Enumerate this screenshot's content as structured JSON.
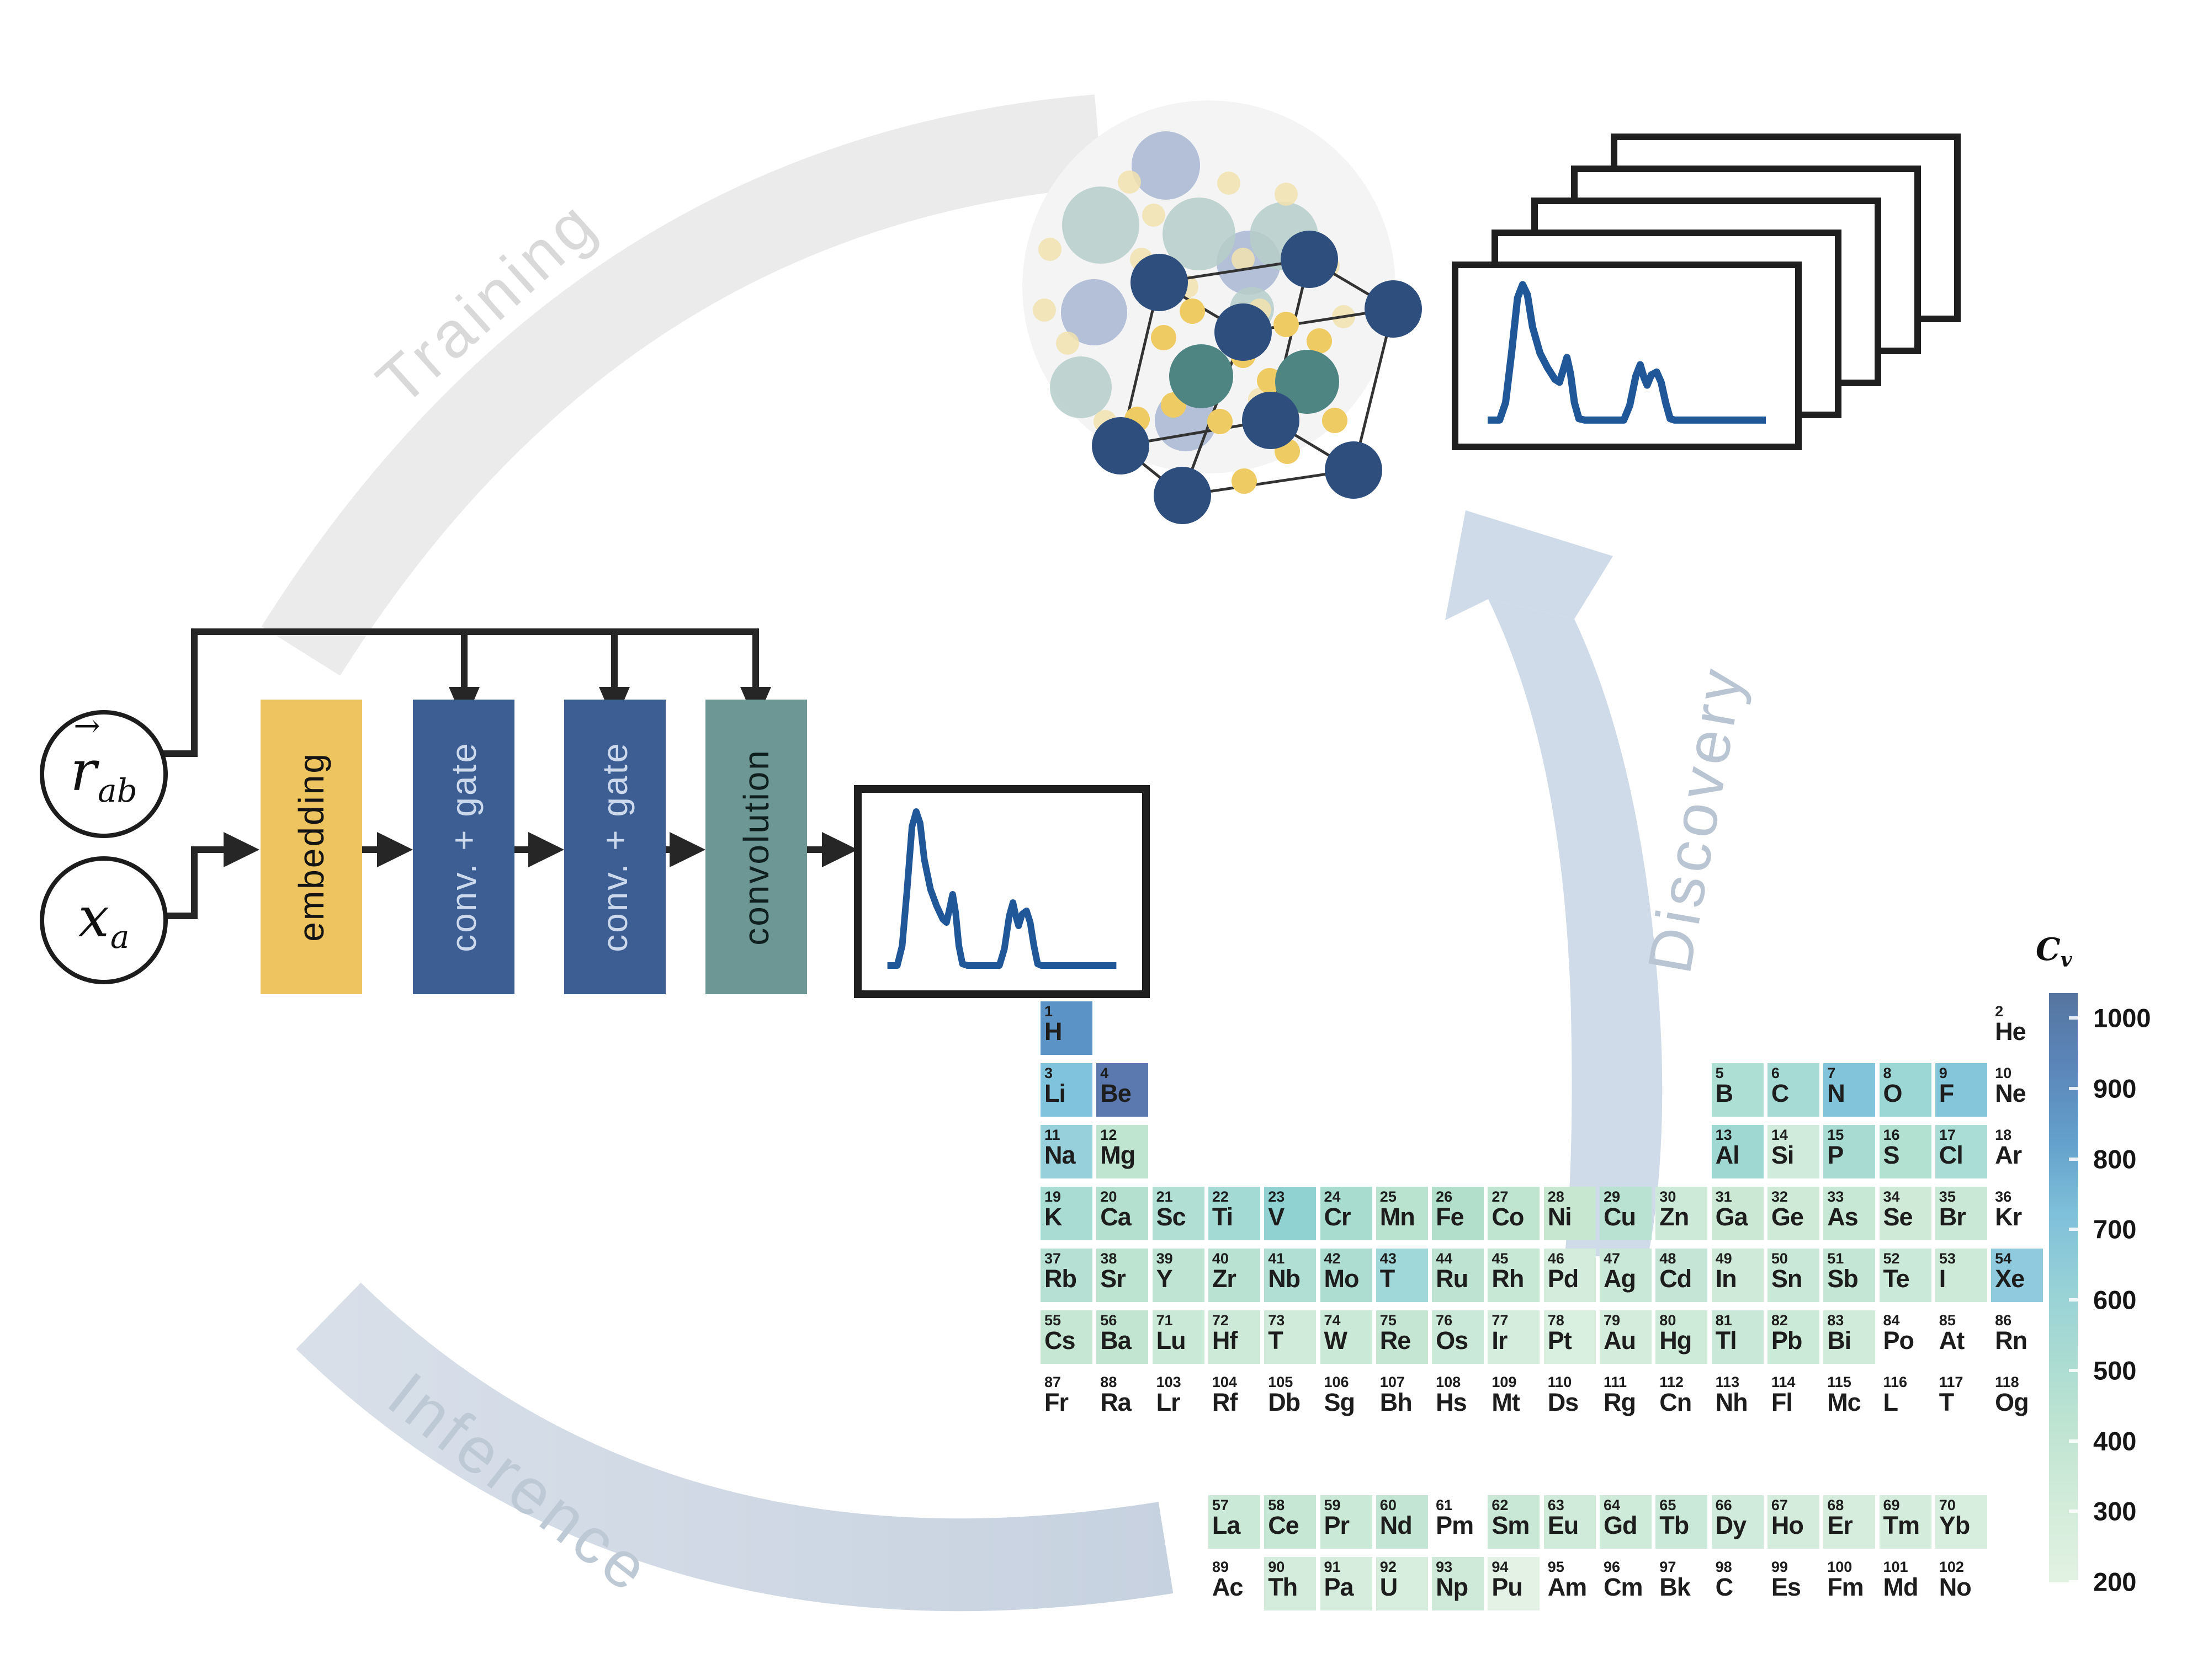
{
  "labels": {
    "training": "Training",
    "discovery": "Discovery",
    "inference": "Inference"
  },
  "nn": {
    "input_top": {
      "base": "r",
      "vector_mark": "→",
      "subscript": "ab"
    },
    "input_bottom": {
      "base": "x",
      "subscript": "a"
    },
    "blocks": [
      {
        "label": "embedding",
        "color": "#edc45f",
        "text_color": "#141414"
      },
      {
        "label": "conv. + gate",
        "color": "#3c5e93",
        "text_color": "#ccd8eb"
      },
      {
        "label": "conv. + gate",
        "color": "#3c5e93",
        "text_color": "#ccd8eb"
      },
      {
        "label": "convolution",
        "color": "#6d9795",
        "text_color": "#0e1f1d"
      }
    ]
  },
  "spectrum": {
    "color": "#1f5799",
    "points": [
      [
        0.035,
        0.04
      ],
      [
        0.075,
        0.04
      ],
      [
        0.095,
        0.16
      ],
      [
        0.115,
        0.5
      ],
      [
        0.135,
        0.88
      ],
      [
        0.152,
        0.97
      ],
      [
        0.168,
        0.9
      ],
      [
        0.185,
        0.68
      ],
      [
        0.21,
        0.5
      ],
      [
        0.235,
        0.4
      ],
      [
        0.26,
        0.32
      ],
      [
        0.275,
        0.3
      ],
      [
        0.287,
        0.38
      ],
      [
        0.3,
        0.47
      ],
      [
        0.312,
        0.36
      ],
      [
        0.325,
        0.16
      ],
      [
        0.34,
        0.05
      ],
      [
        0.36,
        0.04
      ],
      [
        0.49,
        0.04
      ],
      [
        0.51,
        0.14
      ],
      [
        0.53,
        0.34
      ],
      [
        0.545,
        0.42
      ],
      [
        0.558,
        0.33
      ],
      [
        0.568,
        0.28
      ],
      [
        0.582,
        0.35
      ],
      [
        0.6,
        0.37
      ],
      [
        0.615,
        0.3
      ],
      [
        0.63,
        0.16
      ],
      [
        0.645,
        0.05
      ],
      [
        0.66,
        0.04
      ],
      [
        0.965,
        0.04
      ]
    ]
  },
  "arcs": {
    "training_color": "#ebebeb",
    "inference_color": "#ccd6e2",
    "discovery_color": "#cfdbe9"
  },
  "colorbar": {
    "title_base": "C",
    "title_sub": "v",
    "ticks": [
      1000,
      900,
      800,
      700,
      600,
      500,
      400,
      300,
      200
    ],
    "gradient": [
      "#55759f",
      "#5b86ba",
      "#63a0cb",
      "#7fc0da",
      "#97d1d7",
      "#abdcd2",
      "#c1e5d2",
      "#d3ecda",
      "#e3f2e3"
    ]
  },
  "periodic_table": {
    "cell_format": "[atomic_number, displayed_symbol, row, column, fill_color_or_null]",
    "cells": [
      [
        1,
        "H",
        1,
        1,
        "#5b93c6"
      ],
      [
        2,
        "He",
        1,
        18,
        null
      ],
      [
        3,
        "Li",
        2,
        1,
        "#7fc3dd"
      ],
      [
        4,
        "Be",
        2,
        2,
        "#5b79ae"
      ],
      [
        5,
        "B",
        2,
        13,
        "#addfd5"
      ],
      [
        6,
        "C",
        2,
        14,
        "#a6dbd5"
      ],
      [
        7,
        "N",
        2,
        15,
        "#82c4da"
      ],
      [
        8,
        "O",
        2,
        16,
        "#9cd6d5"
      ],
      [
        9,
        "F",
        2,
        17,
        "#85c6db"
      ],
      [
        10,
        "Ne",
        2,
        18,
        null
      ],
      [
        11,
        "Na",
        3,
        1,
        "#97d0da"
      ],
      [
        12,
        "Mg",
        3,
        2,
        "#bfe4d0"
      ],
      [
        13,
        "Al",
        3,
        13,
        "#9fd7d3"
      ],
      [
        14,
        "Si",
        3,
        14,
        "#d0ebdb"
      ],
      [
        15,
        "P",
        3,
        15,
        "#a8dcd3"
      ],
      [
        16,
        "S",
        3,
        16,
        "#b2e0d1"
      ],
      [
        17,
        "Cl",
        3,
        17,
        "#aaddd5"
      ],
      [
        18,
        "Ar",
        3,
        18,
        null
      ],
      [
        19,
        "K",
        4,
        1,
        "#a9dcd2"
      ],
      [
        20,
        "Ca",
        4,
        2,
        "#b4e0cf"
      ],
      [
        21,
        "Sc",
        4,
        3,
        "#b2dfd3"
      ],
      [
        22,
        "Ti",
        4,
        4,
        "#a4dad4"
      ],
      [
        23,
        "V",
        4,
        5,
        "#90d1d1"
      ],
      [
        24,
        "Cr",
        4,
        6,
        "#a7dccf"
      ],
      [
        25,
        "Mn",
        4,
        7,
        "#b9e2cf"
      ],
      [
        26,
        "Fe",
        4,
        8,
        "#b2dfcc"
      ],
      [
        27,
        "Co",
        4,
        9,
        "#bfe4cf"
      ],
      [
        28,
        "Ni",
        4,
        10,
        "#c7e7d1"
      ],
      [
        29,
        "Cu",
        4,
        11,
        "#b9e2d2"
      ],
      [
        30,
        "Zn",
        4,
        12,
        "#cde9d8"
      ],
      [
        31,
        "Ga",
        4,
        13,
        "#cbe8d5"
      ],
      [
        32,
        "Ge",
        4,
        14,
        "#d0ead8"
      ],
      [
        33,
        "As",
        4,
        15,
        "#c7e8d4"
      ],
      [
        34,
        "Se",
        4,
        16,
        "#d0ead8"
      ],
      [
        35,
        "Br",
        4,
        17,
        "#c9e8d5"
      ],
      [
        36,
        "Kr",
        4,
        18,
        null
      ],
      [
        37,
        "Rb",
        5,
        1,
        "#b5e0d3"
      ],
      [
        38,
        "Sr",
        5,
        2,
        "#bde3d1"
      ],
      [
        39,
        "Y",
        5,
        3,
        "#c0e4d4"
      ],
      [
        40,
        "Zr",
        5,
        4,
        "#bae2d3"
      ],
      [
        41,
        "Nb",
        5,
        5,
        "#b2dfd4"
      ],
      [
        42,
        "Mo",
        5,
        6,
        "#addcd1"
      ],
      [
        43,
        "T",
        5,
        7,
        "#a0d8da"
      ],
      [
        44,
        "Ru",
        5,
        8,
        "#bee3d3"
      ],
      [
        45,
        "Rh",
        5,
        9,
        "#c8e8d6"
      ],
      [
        46,
        "Pd",
        5,
        10,
        "#d4ecdc"
      ],
      [
        47,
        "Ag",
        5,
        11,
        "#c9e8d7"
      ],
      [
        48,
        "Cd",
        5,
        12,
        "#c5e6d6"
      ],
      [
        49,
        "In",
        5,
        13,
        "#cfead9"
      ],
      [
        50,
        "Sn",
        5,
        14,
        "#c9e8d8"
      ],
      [
        51,
        "Sb",
        5,
        15,
        "#c4e6d5"
      ],
      [
        52,
        "Te",
        5,
        16,
        "#cae9d9"
      ],
      [
        53,
        "I",
        5,
        17,
        "#cdead9"
      ],
      [
        54,
        "Xe",
        5,
        18,
        "#90cade"
      ],
      [
        55,
        "Cs",
        6,
        1,
        "#c6e7d4"
      ],
      [
        56,
        "Ba",
        6,
        2,
        "#c1e5d1"
      ],
      [
        71,
        "Lu",
        6,
        3,
        "#cae9d7"
      ],
      [
        72,
        "Hf",
        6,
        4,
        "#cdead9"
      ],
      [
        73,
        "T",
        6,
        5,
        "#d1ebdb"
      ],
      [
        74,
        "W",
        6,
        6,
        "#cbe9d7"
      ],
      [
        75,
        "Re",
        6,
        7,
        "#c5e6d3"
      ],
      [
        76,
        "Os",
        6,
        8,
        "#cbe9d8"
      ],
      [
        77,
        "Ir",
        6,
        9,
        "#d5eddd"
      ],
      [
        78,
        "Pt",
        6,
        10,
        "#d9efe0"
      ],
      [
        79,
        "Au",
        6,
        11,
        "#d4ecdc"
      ],
      [
        80,
        "Hg",
        6,
        12,
        "#ceead9"
      ],
      [
        81,
        "Tl",
        6,
        13,
        "#c9e8d7"
      ],
      [
        82,
        "Pb",
        6,
        14,
        "#ccead8"
      ],
      [
        83,
        "Bi",
        6,
        15,
        "#d0ebda"
      ],
      [
        84,
        "Po",
        6,
        16,
        null
      ],
      [
        85,
        "At",
        6,
        17,
        null
      ],
      [
        86,
        "Rn",
        6,
        18,
        null
      ],
      [
        87,
        "Fr",
        7,
        1,
        null
      ],
      [
        88,
        "Ra",
        7,
        2,
        null
      ],
      [
        103,
        "Lr",
        7,
        3,
        null
      ],
      [
        104,
        "Rf",
        7,
        4,
        null
      ],
      [
        105,
        "Db",
        7,
        5,
        null
      ],
      [
        106,
        "Sg",
        7,
        6,
        null
      ],
      [
        107,
        "Bh",
        7,
        7,
        null
      ],
      [
        108,
        "Hs",
        7,
        8,
        null
      ],
      [
        109,
        "Mt",
        7,
        9,
        null
      ],
      [
        110,
        "Ds",
        7,
        10,
        null
      ],
      [
        111,
        "Rg",
        7,
        11,
        null
      ],
      [
        112,
        "Cn",
        7,
        12,
        null
      ],
      [
        113,
        "Nh",
        7,
        13,
        null
      ],
      [
        114,
        "Fl",
        7,
        14,
        null
      ],
      [
        115,
        "Mc",
        7,
        15,
        null
      ],
      [
        116,
        "L",
        7,
        16,
        null
      ],
      [
        117,
        "T",
        7,
        17,
        null
      ],
      [
        118,
        "Og",
        7,
        18,
        null
      ],
      [
        57,
        "La",
        8,
        4,
        "#cae9d6"
      ],
      [
        58,
        "Ce",
        8,
        5,
        "#c6e7d3"
      ],
      [
        59,
        "Pr",
        8,
        6,
        "#cae9d7"
      ],
      [
        60,
        "Nd",
        8,
        7,
        "#c3e5d3"
      ],
      [
        61,
        "Pm",
        8,
        8,
        null
      ],
      [
        62,
        "Sm",
        8,
        9,
        "#c9e8d6"
      ],
      [
        63,
        "Eu",
        8,
        10,
        "#d1ebda"
      ],
      [
        64,
        "Gd",
        8,
        11,
        "#ceead8"
      ],
      [
        65,
        "Tb",
        8,
        12,
        "#cae9d8"
      ],
      [
        66,
        "Dy",
        8,
        13,
        "#d0ebdb"
      ],
      [
        67,
        "Ho",
        8,
        14,
        "#d3ecdc"
      ],
      [
        68,
        "Er",
        8,
        15,
        "#d6edde"
      ],
      [
        69,
        "Tm",
        8,
        16,
        "#d4ecdc"
      ],
      [
        70,
        "Yb",
        8,
        17,
        "#d7eedf"
      ],
      [
        89,
        "Ac",
        9,
        4,
        null
      ],
      [
        90,
        "Th",
        9,
        5,
        "#d4ecdb"
      ],
      [
        91,
        "Pa",
        9,
        6,
        "#d6eddd"
      ],
      [
        92,
        "U",
        9,
        7,
        "#d7eede"
      ],
      [
        93,
        "Np",
        9,
        8,
        "#d0ead9"
      ],
      [
        94,
        "Pu",
        9,
        9,
        "#e4f2e6"
      ],
      [
        95,
        "Am",
        9,
        10,
        null
      ],
      [
        96,
        "Cm",
        9,
        11,
        null
      ],
      [
        97,
        "Bk",
        9,
        12,
        null
      ],
      [
        98,
        "C",
        9,
        13,
        null
      ],
      [
        99,
        "Es",
        9,
        14,
        null
      ],
      [
        100,
        "Fm",
        9,
        15,
        null
      ],
      [
        101,
        "Md",
        9,
        16,
        null
      ],
      [
        102,
        "No",
        9,
        17,
        null
      ]
    ]
  },
  "crystal": {
    "bg_color": "#f4f4f4",
    "corner_color": "#2e4e7e",
    "teal_color": "#4e8583",
    "yellow_color": "#efcb63",
    "faded_slate": "#a8b6d2",
    "faded_teal": "#b5cec9",
    "faded_yellow": "#f1e2ae",
    "faded_slate_spheres": [
      [
        2112,
        300,
        62
      ],
      [
        1982,
        566,
        60
      ],
      [
        2148,
        762,
        56
      ],
      [
        2262,
        476,
        58
      ]
    ],
    "faded_teal_spheres": [
      [
        1994,
        408,
        70
      ],
      [
        2172,
        424,
        66
      ],
      [
        2326,
        428,
        62
      ],
      [
        1958,
        702,
        56
      ],
      [
        2268,
        560,
        40
      ]
    ],
    "faded_yellow_spheres": [
      [
        2046,
        330
      ],
      [
        2226,
        332
      ],
      [
        2330,
        352
      ],
      [
        1902,
        452
      ],
      [
        2068,
        470
      ],
      [
        2252,
        470
      ],
      [
        2406,
        482
      ],
      [
        1892,
        562
      ],
      [
        2282,
        562
      ],
      [
        1934,
        622
      ],
      [
        2434,
        574
      ],
      [
        2002,
        764
      ],
      [
        2282,
        724
      ],
      [
        2384,
        684
      ],
      [
        2150,
        520
      ],
      [
        2090,
        390
      ]
    ],
    "inner_teal_spheres": [
      [
        2176,
        682
      ],
      [
        2368,
        692
      ]
    ],
    "inner_yellow_spheres": [
      [
        2108,
        612
      ],
      [
        2252,
        644
      ],
      [
        2330,
        588
      ],
      [
        2210,
        764
      ],
      [
        2332,
        818
      ],
      [
        2254,
        872
      ],
      [
        2126,
        734
      ],
      [
        2418,
        762
      ],
      [
        2300,
        690
      ],
      [
        2060,
        760
      ],
      [
        2390,
        618
      ],
      [
        2160,
        564
      ]
    ]
  },
  "stack": {
    "count": 5,
    "border_color": "#1f1f1f"
  }
}
